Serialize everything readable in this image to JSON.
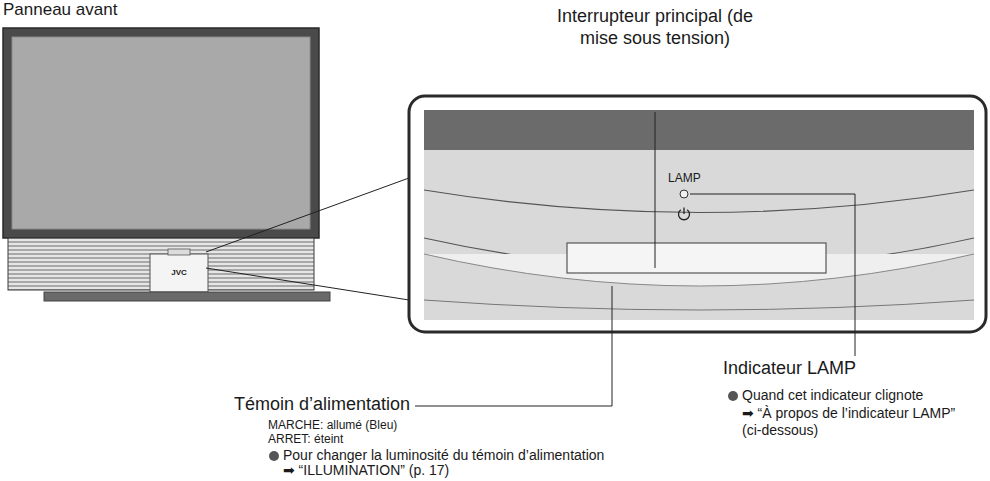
{
  "diagram": {
    "labels": [
      "Panneau avant",
      "Interrupteur principal (de mise sous tension)",
      "JVC",
      "LAMP",
      "Témoin d’alimentation",
      "MARCHE: allumé (Bleu)",
      "ARRET: éteint",
      "Pour changer la luminosité du témoin d’alimentation",
      "➡ “ILLUMINATION” (p. 17)",
      "Indicateur LAMP",
      "Quand cet indicateur clignote",
      "➡ “À propos de l’indicateur LAMP” (ci-dessous)"
    ]
  }
}
